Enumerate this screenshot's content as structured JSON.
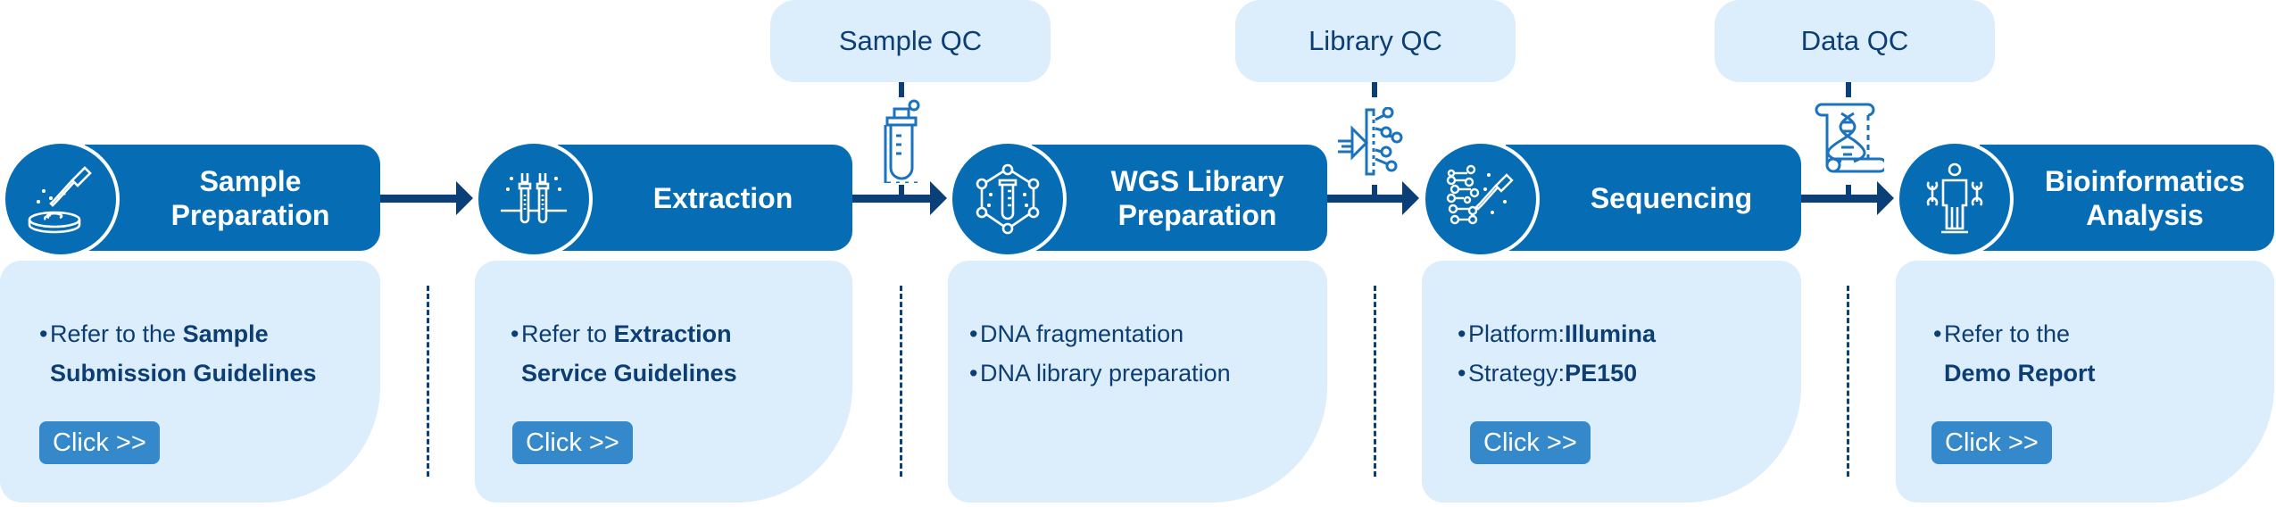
{
  "qc_steps": [
    {
      "label": "Sample QC",
      "icon": "test-tube-icon"
    },
    {
      "label": "Library QC",
      "icon": "filter-molecules-icon"
    },
    {
      "label": "Data QC",
      "icon": "dna-scroll-icon"
    }
  ],
  "steps": [
    {
      "title_line1": "Sample",
      "title_line2": "Preparation",
      "icon": "pipette-petri-dish-icon"
    },
    {
      "title_line1": "Extraction",
      "title_line2": "",
      "icon": "test-tubes-icon"
    },
    {
      "title_line1": "WGS Library",
      "title_line2": "Preparation",
      "icon": "molecule-tube-icon"
    },
    {
      "title_line1": "Sequencing",
      "title_line2": "",
      "icon": "dna-sequence-pipette-icon"
    },
    {
      "title_line1": "Bioinformatics",
      "title_line2": "Analysis",
      "icon": "person-analysis-icon"
    }
  ],
  "cards": [
    {
      "line1_prefix": "Refer to the ",
      "line1_bold": "Sample",
      "line2_bold": "Submission Guidelines",
      "button": "Click >>"
    },
    {
      "line1_prefix": "Refer to ",
      "line1_bold": "Extraction",
      "line2_bold": "Service Guidelines",
      "button": "Click >>"
    },
    {
      "items": [
        "DNA fragmentation",
        "DNA library preparation"
      ]
    },
    {
      "items": [
        {
          "label": "Platform:",
          "value": "Illumina"
        },
        {
          "label": "Strategy:",
          "value": "PE150"
        }
      ],
      "button": "Click >>"
    },
    {
      "line1_prefix": "Refer to the",
      "line2_bold": "Demo Report",
      "button": "Click >>"
    }
  ],
  "bullet": "•",
  "colors": {
    "primary": "#066db5",
    "dark": "#0b3f78",
    "light": "#dcedfc",
    "button": "#3588c9",
    "text": "#0d3e73"
  }
}
